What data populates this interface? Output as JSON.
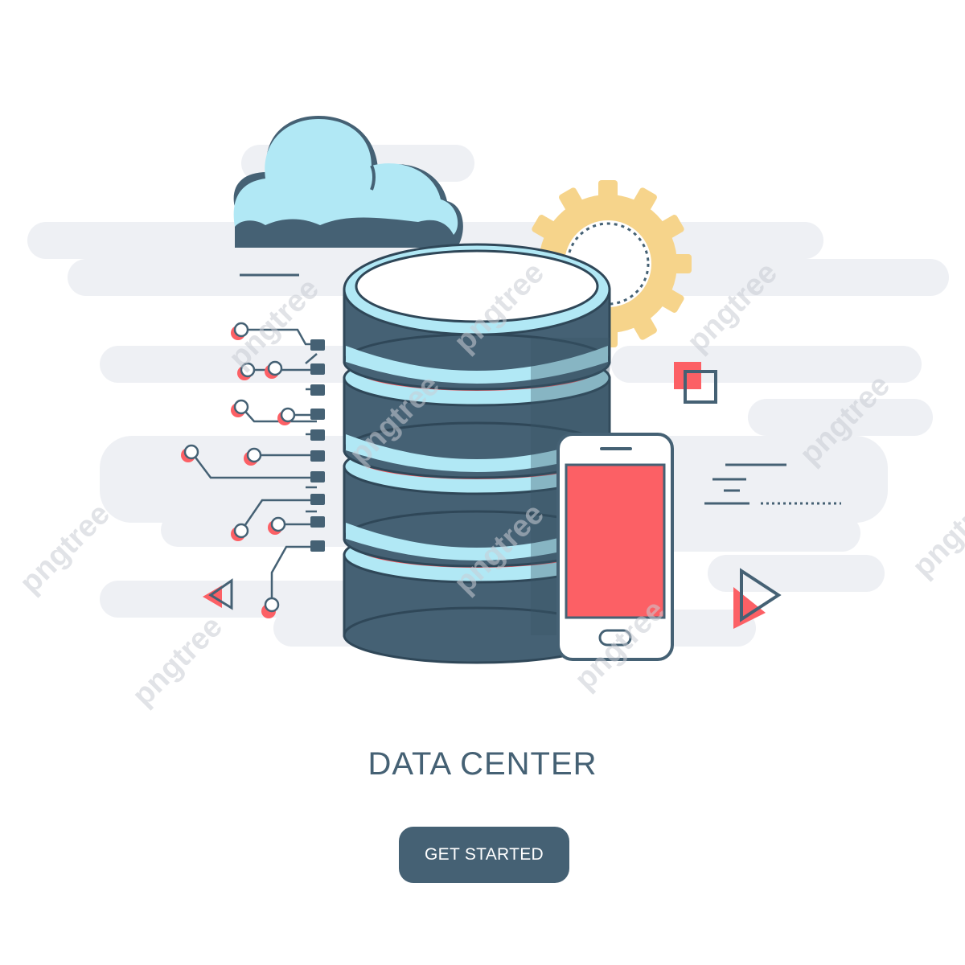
{
  "hero": {
    "title": "DATA CENTER",
    "cta_label": "GET STARTED"
  },
  "watermark": {
    "text": "pngtree"
  },
  "icons": [
    "cloud-icon",
    "database-icon",
    "gear-icon",
    "smartphone-icon",
    "circuit-icon",
    "play-triangle-icon",
    "square-icon"
  ],
  "colors": {
    "dark": "#456174",
    "coral": "#fc6065",
    "light_blue": "#b1e8f5",
    "gear_yellow": "#f6d48b",
    "background_band": "#eef0f4"
  }
}
